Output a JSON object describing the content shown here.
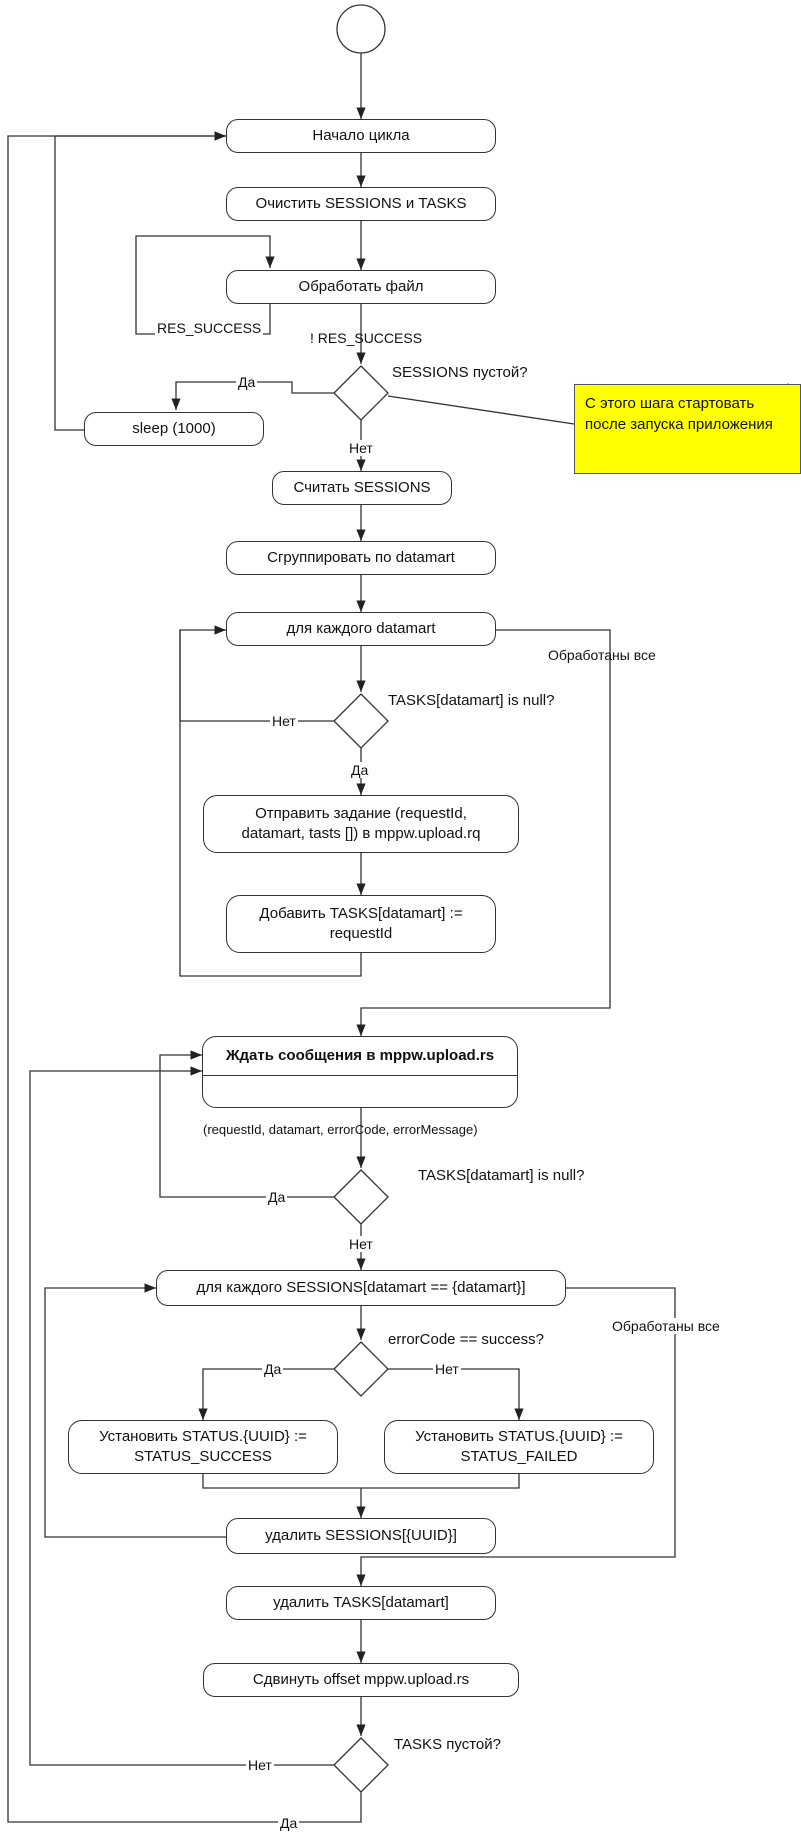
{
  "nodes": {
    "loop_start": "Начало цикла",
    "clear": "Очистить SESSIONS и TASKS",
    "process_file": "Обработать файл",
    "sleep": "sleep (1000)",
    "read_sessions": "Считать SESSIONS",
    "group": "Сгруппировать по datamart",
    "for_datamart": "для каждого datamart",
    "send_task": "Отправить задание (requestId, datamart, tasts []) в mppw.upload.rq",
    "add_task": "Добавить TASKS[datamart] := requestId",
    "wait": "Ждать сообщения в mppw.upload.rs",
    "for_sessions": "для каждого SESSIONS[datamart == {datamart}]",
    "set_success": "Установить STATUS.{UUID} := STATUS_SUCCESS",
    "set_failed": "Установить STATUS.{UUID} := STATUS_FAILED",
    "delete_session": "удалить SESSIONS[{UUID}]",
    "delete_task": "удалить TASKS[datamart]",
    "shift_offset": "Сдвинуть offset  mppw.upload.rs"
  },
  "decisions": {
    "sessions_empty": "SESSIONS пустой?",
    "tasks_null_1": "TASKS[datamart] is null?",
    "tasks_null_2": "TASKS[datamart] is null?",
    "error_success": "errorCode == success?",
    "tasks_empty": "TASKS пустой?"
  },
  "note": "С этого шага стартовать после запуска приложения",
  "labels": {
    "res_success": "RES_SUCCESS",
    "not_res_success": "! RES_SUCCESS",
    "yes_sleep": "Да",
    "no_read": "Нет",
    "processed_all_1": "Обработаны все",
    "no_loop_1": "Нет",
    "yes_send": "Да",
    "message_fields": "(requestId, datamart, errorCode, errorMessage)",
    "yes_back_wait": "Да",
    "no_continue": "Нет",
    "processed_all_2": "Обработаны все",
    "yes_success": "Да",
    "no_failed": "Нет",
    "no_back_wait": "Нет",
    "yes_restart": "Да"
  }
}
